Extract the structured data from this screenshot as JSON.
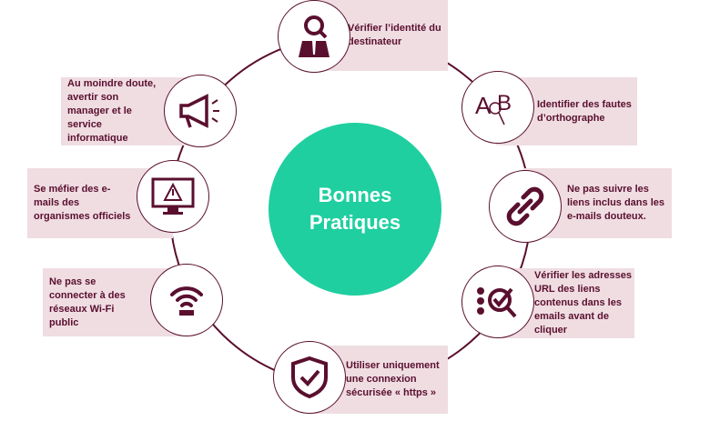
{
  "title": "Bonnes Pratiques",
  "colors": {
    "accent": "#5a0f2e",
    "box": "#efdde2",
    "center": "#1fcfa0"
  },
  "items": [
    {
      "icon": "user-search-icon",
      "text": "Vérifier l’identité du destinateur"
    },
    {
      "icon": "spelling-icon",
      "text": "Identifier des fautes d’orthographe"
    },
    {
      "icon": "link-icon",
      "text": "Ne pas suivre les liens inclus dans les e-mails douteux."
    },
    {
      "icon": "check-search-icon",
      "text": "Vérifier les adresses URL des liens contenus dans les emails avant de cliquer"
    },
    {
      "icon": "shield-check-icon",
      "text": "Utiliser uniquement une connexion sécurisée « https »"
    },
    {
      "icon": "megaphone-icon",
      "text": "Au moindre doute, avertir son manager et le service informatique"
    },
    {
      "icon": "monitor-warning-icon",
      "text": "Se méfier des e-mails des organismes officiels"
    },
    {
      "icon": "wifi-icon",
      "text": "Ne pas se connecter à des réseaux Wi-Fi public"
    }
  ]
}
